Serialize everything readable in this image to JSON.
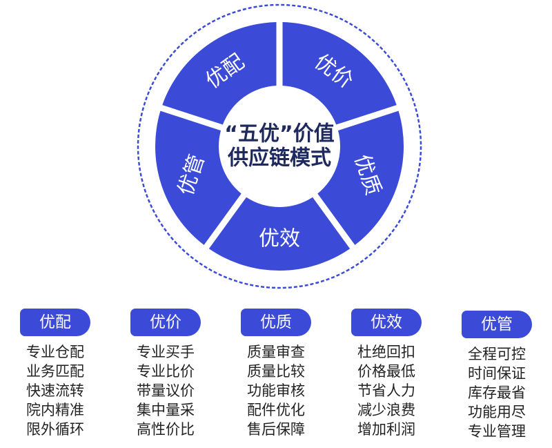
{
  "colors": {
    "accent": "#3b4bd8",
    "center_text": "#1e2a5e",
    "segment_text": "#ffffff",
    "item_text": "#222222",
    "background": "#ffffff"
  },
  "diagram": {
    "center": {
      "line1": "“五优”价值",
      "line2": "供应链模式"
    },
    "segments": [
      {
        "label": "优配"
      },
      {
        "label": "优价"
      },
      {
        "label": "优质"
      },
      {
        "label": "优效"
      },
      {
        "label": "优管"
      }
    ]
  },
  "columns": [
    {
      "header": "优配",
      "items": [
        "专业仓配",
        "业务匹配",
        "快速流转",
        "院内精准",
        "限外循环"
      ]
    },
    {
      "header": "优价",
      "items": [
        "专业买手",
        "专业比价",
        "带量议价",
        "集中量采",
        "高性价比"
      ]
    },
    {
      "header": "优质",
      "items": [
        "质量审查",
        "质量比较",
        "功能审核",
        "配件优化",
        "售后保障"
      ]
    },
    {
      "header": "优效",
      "items": [
        "杜绝回扣",
        "价格最低",
        "节省人力",
        "减少浪费",
        "增加利润"
      ]
    },
    {
      "header": "优管",
      "items": [
        "全程可控",
        "时间保证",
        "库存最省",
        "功能用尽",
        "专业管理"
      ]
    }
  ]
}
